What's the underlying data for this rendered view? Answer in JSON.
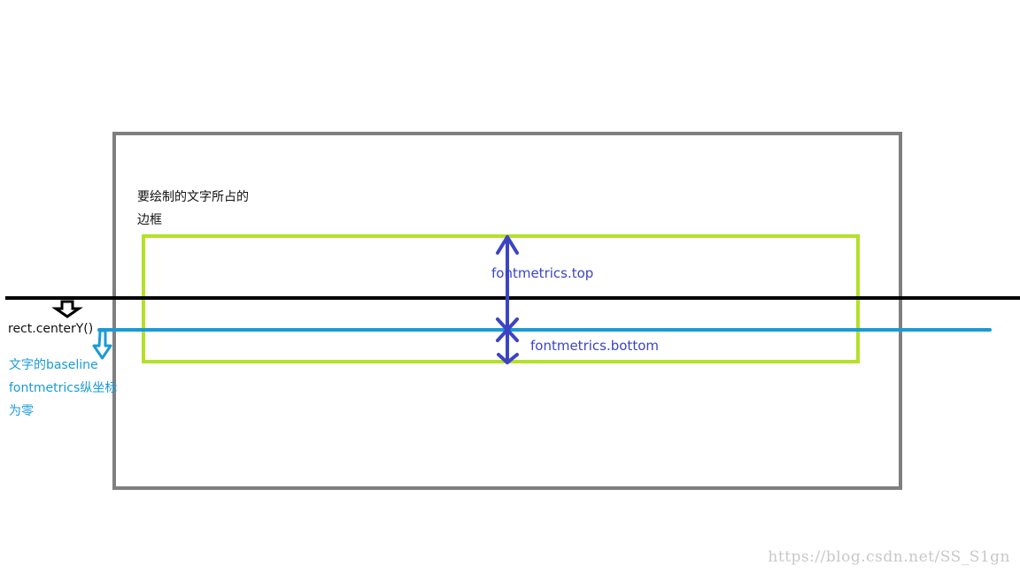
{
  "colors": {
    "outer_frame": "#7f7f7f",
    "text_bounds": "#b5e02a",
    "center_line": "#000000",
    "baseline": "#1a9ad6",
    "metrics_arrows": "#3b45c4",
    "watermark": "#c8c8c8"
  },
  "labels": {
    "text_bounds_line1": "要绘制的文字所占的",
    "text_bounds_line2": "边框",
    "center_y": "rect.centerY()",
    "baseline_line1": "文字的baseline",
    "baseline_line2": "fontmetrics纵坐标",
    "baseline_line3": "为零",
    "metrics_top": "fontmetrics.top",
    "metrics_bottom": "fontmetrics.bottom"
  },
  "watermark": "https://blog.csdn.net/SS_S1gn"
}
